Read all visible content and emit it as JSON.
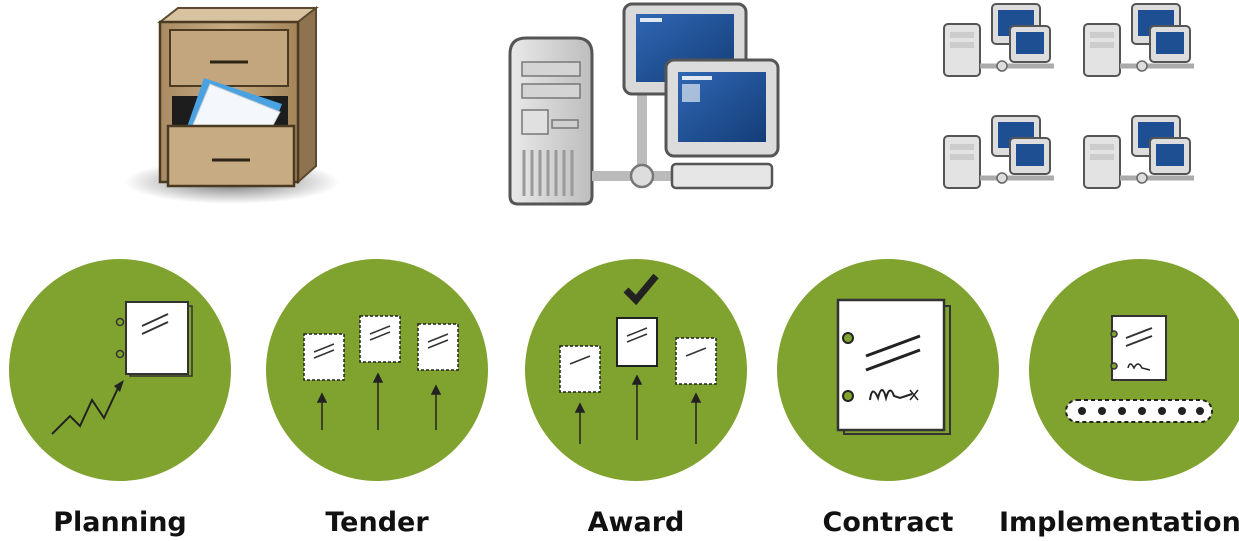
{
  "colors": {
    "stage_circle": "#80a22f",
    "document_border": "#333333",
    "text": "#111111",
    "cabinet_wood": "#bfa27a",
    "monitor_blue": "#1e4f93"
  },
  "top_row": {
    "storage_icon": "filing-cabinet-icon",
    "network_icon": "server-network-icon",
    "distributed_icon": "distributed-systems-icon"
  },
  "stages": [
    {
      "label": "Planning",
      "icon": "planning-document-chart-icon"
    },
    {
      "label": "Tender",
      "icon": "tender-documents-icon"
    },
    {
      "label": "Award",
      "icon": "award-checkmark-icon"
    },
    {
      "label": "Contract",
      "icon": "contract-signature-icon"
    },
    {
      "label": "Implementation",
      "icon": "implementation-conveyor-icon"
    }
  ]
}
